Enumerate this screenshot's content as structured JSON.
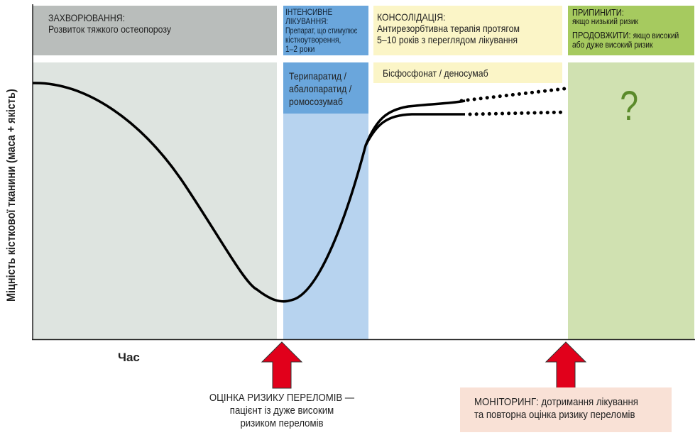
{
  "y_axis_label": "Міцність кісткової тканини (маса + якість)",
  "x_axis_label": "Час",
  "phases": {
    "disease": {
      "title": "ЗАХВОРЮВАННЯ:",
      "text": "Розвиток тяжкого остеопорозу"
    },
    "intensive": {
      "title_1": "ІНТЕНСИВНЕ",
      "title_2": "ЛІКУВАННЯ:",
      "text_1": "Препарат, що стимулює",
      "text_2": "кісткоутворення,",
      "text_3": "1–2 роки",
      "drugs_1": "Терипаратид /",
      "drugs_2": "абалопаратид /",
      "drugs_3": "ромосозумаб"
    },
    "consolidation": {
      "title": "КОНСОЛІДАЦІЯ:",
      "text_1": "Антирезорбтивна терапія протягом",
      "text_2": "5–10 років з переглядом лікування",
      "drugs": "Бісфосфонат / деносумаб"
    },
    "decision": {
      "stop": "ПРИПИНИТИ:",
      "stop_text": "якщо низький ризик",
      "continue": "ПРОДОВЖИТИ:",
      "continue_text_1": "якщо високий",
      "continue_text_2": "або дуже високий ризик",
      "question": "?"
    }
  },
  "callouts": {
    "risk_1": "ОЦІНКА РИЗИКУ ПЕРЕЛОМІВ —",
    "risk_2": "пацієнт із дуже високим",
    "risk_3": "ризиком переломів",
    "monitor_title": "МОНІТОРИНГ:",
    "monitor_1": "дотримання лікування",
    "monitor_2": "та повторна оцінка ризику переломів"
  },
  "colors": {
    "gray_head": "#b9bdbb",
    "gray_panel": "#dee4e0",
    "blue_head": "#6aa6dc",
    "blue_panel": "#b7d3ef",
    "yellow": "#fbf5c7",
    "green_head": "#a6ca5f",
    "green_panel": "#d0e1b1",
    "arrow": "#e1001b",
    "monitor_bg": "#f9e1d6",
    "question": "#5a8a2a"
  }
}
